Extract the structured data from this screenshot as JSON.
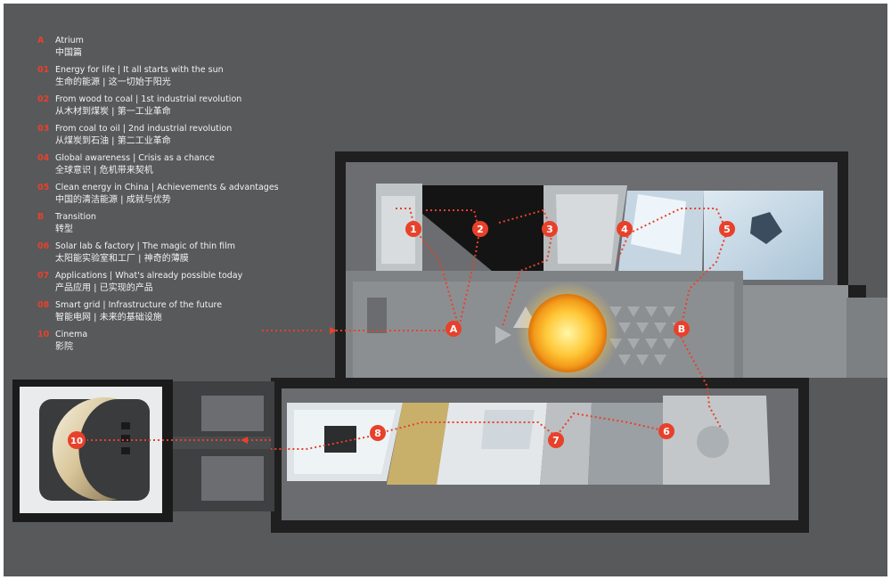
{
  "accent_color": "#e8412b",
  "legend": [
    {
      "key": "A",
      "en": "Atrium",
      "zh": "中国篇"
    },
    {
      "key": "01",
      "en": "Energy for life | It all starts with the sun",
      "zh": "生命的能源 | 这一切始于阳光"
    },
    {
      "key": "02",
      "en": "From wood to coal | 1st industrial revolution",
      "zh": "从木材到煤炭 | 第一工业革命"
    },
    {
      "key": "03",
      "en": "From coal to oil | 2nd industrial revolution",
      "zh": "从煤炭到石油 | 第二工业革命"
    },
    {
      "key": "04",
      "en": "Global awareness | Crisis as a chance",
      "zh": "全球意识 | 危机带来契机"
    },
    {
      "key": "05",
      "en": "Clean energy in China | Achievements & advantages",
      "zh": "中国的清洁能源 | 成就与优势"
    },
    {
      "key": "B",
      "en": "Transition",
      "zh": "转型"
    },
    {
      "key": "06",
      "en": "Solar lab & factory | The magic of thin film",
      "zh": "太阳能实验室和工厂 | 神奇的薄膜"
    },
    {
      "key": "07",
      "en": "Applications | What's already possible today",
      "zh": "产品应用 | 已实现的产品"
    },
    {
      "key": "08",
      "en": "Smart grid | Infrastructure of the future",
      "zh": "智能电网 | 未来的基础设施"
    },
    {
      "key": "10",
      "en": "Cinema",
      "zh": "影院"
    }
  ],
  "map_markers": [
    {
      "label": "1"
    },
    {
      "label": "2"
    },
    {
      "label": "3"
    },
    {
      "label": "4"
    },
    {
      "label": "5"
    },
    {
      "label": "A"
    },
    {
      "label": "B"
    },
    {
      "label": "6"
    },
    {
      "label": "7"
    },
    {
      "label": "8"
    },
    {
      "label": "10"
    }
  ]
}
